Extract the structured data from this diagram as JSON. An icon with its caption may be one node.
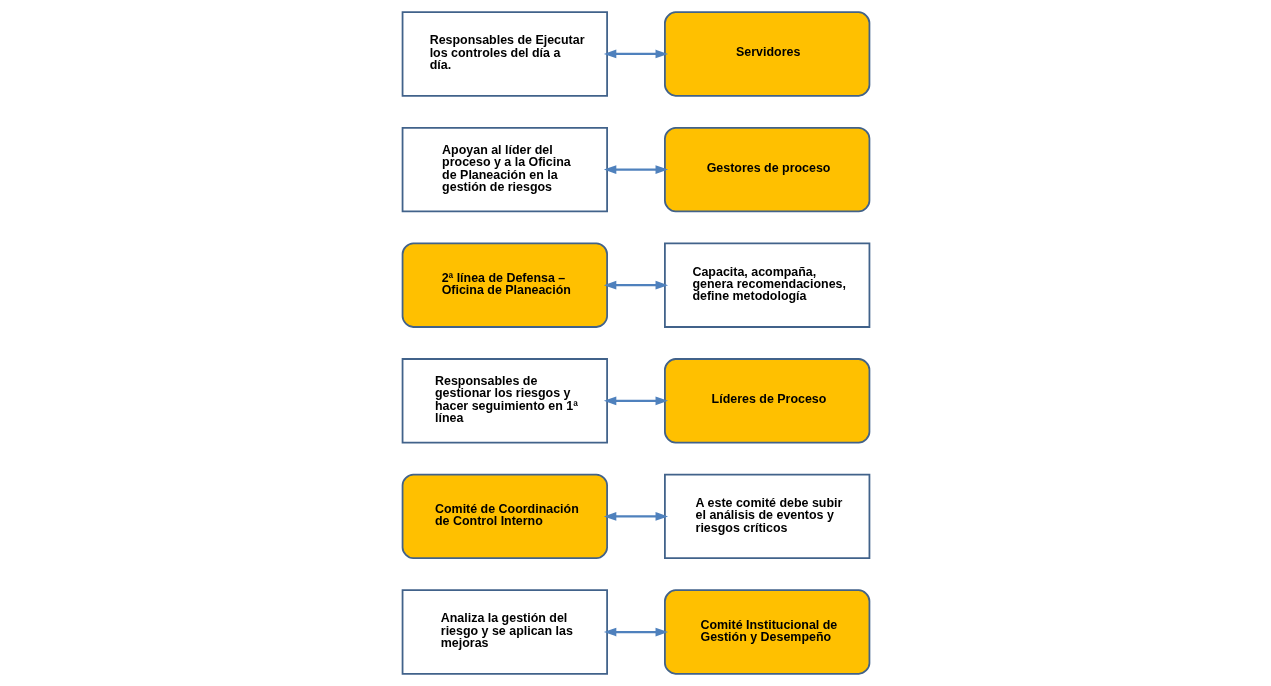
{
  "diagram": {
    "nodes": [
      {
        "text": [
          "Analiza la gestión del riesgo y se aplican las mejoras"
        ]
      },
      {
        "text": [
          "Comité Institucional de Gestión y Desempeño"
        ]
      },
      {
        "text": [
          "Comité de Coordinación de Control Interno"
        ]
      },
      {
        "text": [
          "A este comité debe subir el análisis de eventos y riesgos críticos"
        ]
      },
      {
        "text": [
          "Responsables de gestionar los riesgos y hacer seguimiento en 1ª línea"
        ]
      },
      {
        "text": [
          "Líderes de Proceso"
        ]
      },
      {
        "text": [
          "2ª línea de Defensa – Oficina de Planeación"
        ]
      },
      {
        "text": [
          "Capacita, acompaña, genera recomendaciones, define metodología"
        ]
      },
      {
        "text": [
          "Apoyan al líder del proceso y a la Oficina de Planeación en la gestión de riesgos"
        ]
      },
      {
        "text": [
          "Gestores de proceso"
        ]
      },
      {
        "text": [
          "Responsables de Ejecutar los controles del día a día."
        ]
      },
      {
        "text": [
          "Servidores"
        ]
      }
    ],
    "edges": [
      {
        "from": 0,
        "to": 1,
        "arrow": "both"
      },
      {
        "from": 2,
        "to": 3,
        "arrow": "both"
      },
      {
        "from": 4,
        "to": 5,
        "arrow": "both"
      },
      {
        "from": 6,
        "to": 7,
        "arrow": "both"
      },
      {
        "from": 8,
        "to": 9,
        "arrow": "both"
      },
      {
        "from": 10,
        "to": 11,
        "arrow": "both"
      }
    ]
  }
}
